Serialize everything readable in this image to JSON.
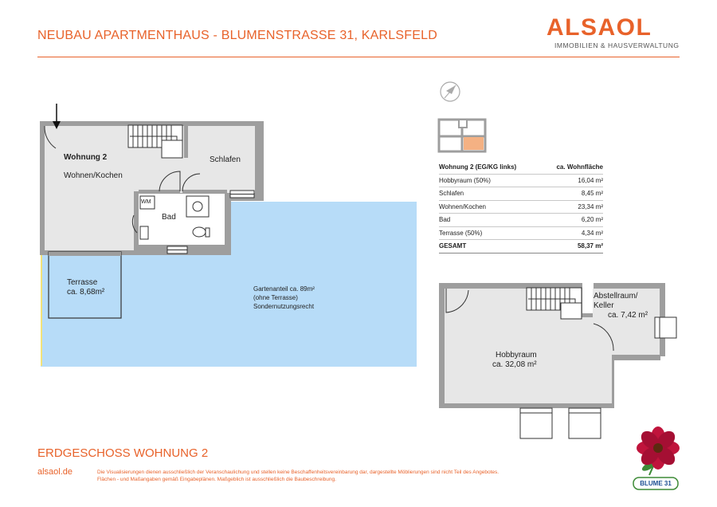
{
  "header": {
    "title": "NEUBAU APARTMENTHAUS - BLUMENSTRASSE 31, KARLSFELD",
    "logo": "ALSAOL",
    "logo_subtitle": "IMMOBILIEN & HAUSVERWALTUNG"
  },
  "plan_ground": {
    "apartment": "Wohnung 2",
    "rooms": {
      "wohnen": "Wohnen/Kochen",
      "schlafen": "Schlafen",
      "bad": "Bad",
      "wm": "WM"
    },
    "terrace": {
      "name": "Terrasse",
      "area": "ca. 8,68m²"
    },
    "garden": {
      "line1": "Gartenanteil ca. 89m²",
      "line2": "(ohne Terrasse)",
      "line3": "Sondernutzungsrecht"
    }
  },
  "plan_basement": {
    "abstell_line1": "Abstellraum/",
    "abstell_line2": "Keller",
    "abstell_area": "ca. 7,42 m²",
    "hobby_name": "Hobbyraum",
    "hobby_area": "ca. 32,08 m²"
  },
  "area_table": {
    "header_label": "Wohnung 2 (EG/KG links)",
    "header_value": "ca.  Wohnfläche",
    "rows": [
      {
        "label": "Hobbyraum (50%)",
        "value": "16,04 m²"
      },
      {
        "label": "Schlafen",
        "value": "8,45 m²"
      },
      {
        "label": "Wohnen/Kochen",
        "value": "23,34 m²"
      },
      {
        "label": "Bad",
        "value": "6,20 m²"
      },
      {
        "label": "Terrasse (50%)",
        "value": "4,34 m²"
      }
    ],
    "total_label": "GESAMT",
    "total_value": "58,37 m²"
  },
  "footer": {
    "title": "ERDGESCHOSS WOHNUNG 2",
    "url": "alsaol.de",
    "disclaimer_line1": "Die Visualisierungen dienen ausschließlich der Veranschaulichung und stellen keine Beschaffenheitsvereinbarung dar, dargestellte Möblierungen sind nicht Teil des Angebotes.",
    "disclaimer_line2": "Flächen - und Maßangaben gemäß Eingabeplänen. Maßgeblich ist ausschließlich die Baubeschreibung.",
    "badge": "BLUME 31"
  },
  "colors": {
    "accent": "#e8622a",
    "wall": "#9e9e9e",
    "floor": "#e7e7e7",
    "garden": "#b7dcf8",
    "highlight_unit": "#f4b183",
    "badge_text": "#1e4f93"
  }
}
